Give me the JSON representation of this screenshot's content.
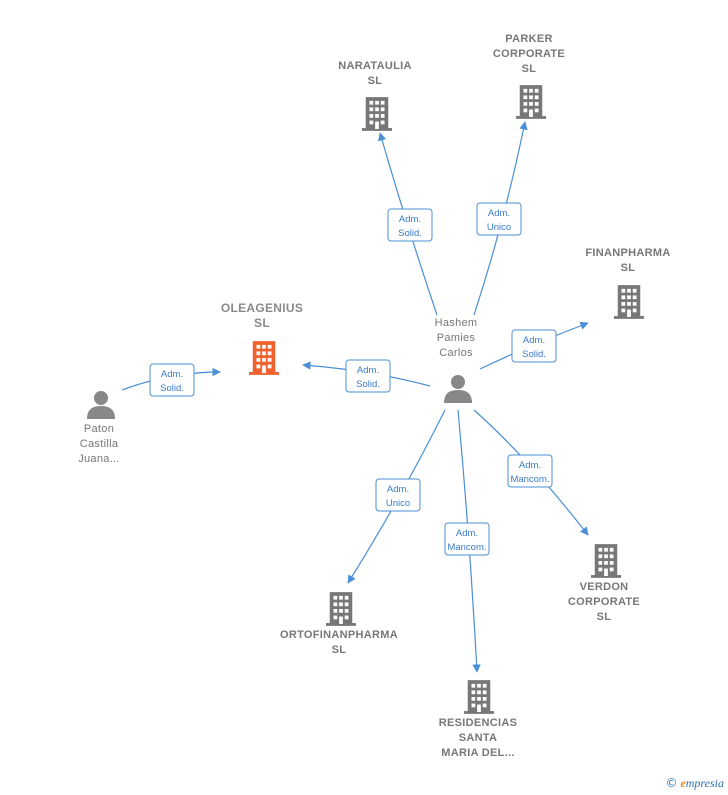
{
  "colors": {
    "edge": "#4a8fd6",
    "company": "#777777",
    "focus_company": "#f0622d",
    "person": "#888888"
  },
  "nodes": [
    {
      "id": "oleagenius",
      "type": "company",
      "focus": true,
      "lines": [
        "OLEAGENIUS",
        "SL"
      ],
      "icon": "building-icon"
    },
    {
      "id": "narataulia",
      "type": "company",
      "lines": [
        "NARATAULIA",
        "SL"
      ],
      "icon": "building-icon"
    },
    {
      "id": "parker",
      "type": "company",
      "lines": [
        "PARKER",
        "CORPORATE",
        "SL"
      ],
      "icon": "building-icon"
    },
    {
      "id": "finanpharma",
      "type": "company",
      "lines": [
        "FINANPHARMA",
        "SL"
      ],
      "icon": "building-icon"
    },
    {
      "id": "verdon",
      "type": "company",
      "lines": [
        "VERDON",
        "CORPORATE",
        "SL"
      ],
      "icon": "building-icon"
    },
    {
      "id": "residencias",
      "type": "company",
      "lines": [
        "RESIDENCIAS",
        "SANTA",
        "MARIA DEL..."
      ],
      "icon": "building-icon"
    },
    {
      "id": "ortofinanpharma",
      "type": "company",
      "lines": [
        "ORTOFINANPHARMA",
        "SL"
      ],
      "icon": "building-icon"
    },
    {
      "id": "hashem",
      "type": "person",
      "lines": [
        "Hashem",
        "Pamies",
        "Carlos"
      ],
      "icon": "person-icon"
    },
    {
      "id": "paton",
      "type": "person",
      "lines": [
        "Paton",
        "Castilla",
        "Juana..."
      ],
      "icon": "person-icon"
    }
  ],
  "edges": [
    {
      "from": "hashem",
      "to": "narataulia",
      "label": [
        "Adm.",
        "Solid."
      ]
    },
    {
      "from": "hashem",
      "to": "parker",
      "label": [
        "Adm.",
        "Unico"
      ]
    },
    {
      "from": "hashem",
      "to": "finanpharma",
      "label": [
        "Adm.",
        "Solid."
      ]
    },
    {
      "from": "hashem",
      "to": "oleagenius",
      "label": [
        "Adm.",
        "Solid."
      ]
    },
    {
      "from": "hashem",
      "to": "verdon",
      "label": [
        "Adm.",
        "Mancom."
      ]
    },
    {
      "from": "hashem",
      "to": "residencias",
      "label": [
        "Adm.",
        "Mancom."
      ]
    },
    {
      "from": "hashem",
      "to": "ortofinanpharma",
      "label": [
        "Adm.",
        "Unico"
      ]
    },
    {
      "from": "paton",
      "to": "oleagenius",
      "label": [
        "Adm.",
        "Solid."
      ]
    }
  ],
  "footer": {
    "copyright": "©",
    "brand_initial": "e",
    "brand_rest": "mpresia"
  }
}
